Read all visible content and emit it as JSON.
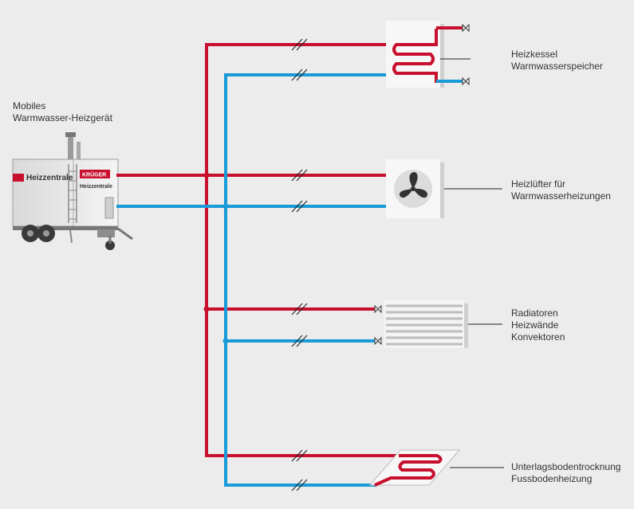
{
  "colors": {
    "supply": "#c8102e",
    "return": "#1a9bd7",
    "background": "#ececec",
    "text": "#333333"
  },
  "source": {
    "label_lines": [
      "Mobiles",
      "Warmwasser-Heizgerät"
    ],
    "trailer_text": "Heizzentrale",
    "brand": "KRÜGER"
  },
  "consumers": [
    {
      "id": "boiler",
      "icon": "boiler-coil-icon",
      "label_lines": [
        "Heizkessel",
        "Warmwasserspeicher"
      ]
    },
    {
      "id": "fan-heater",
      "icon": "fan-icon",
      "label_lines": [
        "Heizlüfter für",
        "Warmwasserheizungen"
      ]
    },
    {
      "id": "radiator",
      "icon": "radiator-icon",
      "label_lines": [
        "Radiatoren",
        "Heizwände",
        "Konvektoren"
      ]
    },
    {
      "id": "floor",
      "icon": "floor-heating-icon",
      "label_lines": [
        "Unterlagsbodentrocknung",
        "Fussbodenheizung"
      ]
    }
  ]
}
